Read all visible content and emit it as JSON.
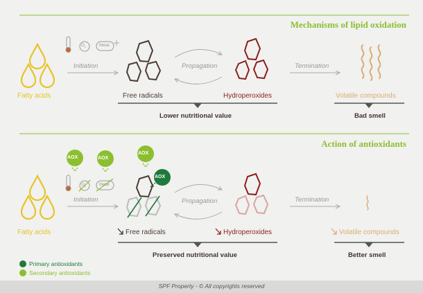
{
  "section1": {
    "title": "Mechanisms of lipid oxidation",
    "initiation": "Initiation",
    "propagation": "Propagation",
    "termination": "Termination",
    "fatty_acids": "Fatty acids",
    "free_radicals": "Free radicals",
    "hydroperoxides": "Hydroperoxides",
    "volatile_compounds": "Volatile compounds",
    "lower_value": "Lower nutritional value",
    "bad_smell": "Bad smell",
    "o2": "O",
    "o2_sub": "2",
    "metal": "Metal"
  },
  "section2": {
    "title": "Action of antioxidants",
    "aox": "AOX",
    "initiation": "Initiation",
    "propagation": "Propagation",
    "termination": "Termination",
    "fatty_acids": "Fatty acids",
    "free_radicals": "Free radicals",
    "hydroperoxides": "Hydroperoxides",
    "volatile_compounds": "Volatile compounds",
    "preserved_value": "Preserved nutritional value",
    "better_smell": "Better smell",
    "o2": "O",
    "o2_sub": "2",
    "metal": "Metal"
  },
  "legend": {
    "primary": "Primary antioxidants",
    "secondary": "Secondary antioxidants",
    "primary_color": "#1d7a3c",
    "secondary_color": "#8cbf2f"
  },
  "colors": {
    "fatty": "#e8c328",
    "radical": "#4b3b33",
    "hydro": "#8a1f1f",
    "volatile": "#d9ad74",
    "accent": "#8cbf2f"
  },
  "footer": "SPF Property - © All copyrights reserved"
}
